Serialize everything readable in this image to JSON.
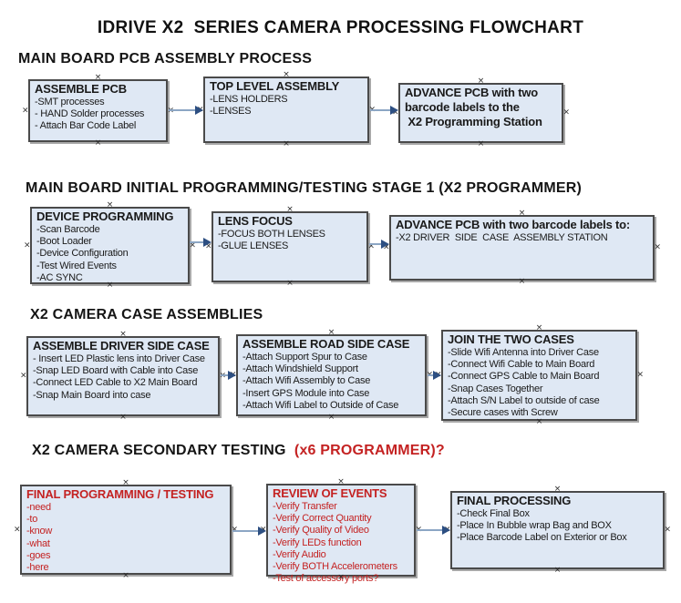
{
  "title": "IDRIVE X2  SERIES CAMERA PROCESSING FLOWCHART",
  "icons": {
    "anchor_marker": "×"
  },
  "colors": {
    "box_fill": "#dfe8f4",
    "box_border": "#4a4a4a",
    "box_shadow": "#a8a8a8",
    "arrow_line": "#8ca6c4",
    "arrow_head": "#2d4f82",
    "red_text": "#c42222",
    "black_text": "#1a1a1a"
  },
  "sections": [
    {
      "heading": "MAIN BOARD PCB ASSEMBLY PROCESS",
      "boxes": [
        {
          "title": "ASSEMBLE PCB",
          "items": [
            "-SMT processes",
            "- HAND Solder processes",
            "- Attach Bar Code Label"
          ]
        },
        {
          "title": "TOP LEVEL ASSEMBLY",
          "items": [
            "-LENS HOLDERS",
            "-LENSES"
          ]
        },
        {
          "title": "ADVANCE PCB with two\nbarcode labels to the\n X2 Programming Station",
          "items": []
        }
      ]
    },
    {
      "heading": "MAIN BOARD INITIAL PROGRAMMING/TESTING STAGE 1 (X2 PROGRAMMER)",
      "boxes": [
        {
          "title": "DEVICE PROGRAMMING",
          "items": [
            "-Scan Barcode",
            "-Boot Loader",
            "-Device Configuration",
            "-Test Wired Events",
            "-AC SYNC"
          ]
        },
        {
          "title": "LENS FOCUS",
          "items": [
            "-FOCUS BOTH LENSES",
            "-GLUE LENSES"
          ]
        },
        {
          "title": "ADVANCE PCB with two barcode labels to:",
          "items": [
            "-X2 DRIVER  SIDE  CASE  ASSEMBLY STATION"
          ]
        }
      ]
    },
    {
      "heading": "X2 CAMERA CASE ASSEMBLIES",
      "boxes": [
        {
          "title": "ASSEMBLE DRIVER SIDE CASE",
          "items": [
            "- Insert LED Plastic lens into Driver Case",
            "-Snap LED Board with Cable into Case",
            "-Connect LED Cable to X2 Main Board",
            "-Snap Main Board into case"
          ]
        },
        {
          "title": "ASSEMBLE ROAD SIDE CASE",
          "items": [
            "-Attach Support Spur to Case",
            "-Attach Windshield Support",
            "-Attach Wifi Assembly to Case",
            "-Insert GPS Module into Case",
            "-Attach Wifi Label to Outside of Case"
          ]
        },
        {
          "title": "JOIN THE TWO CASES",
          "items": [
            "-Slide Wifi Antenna into Driver Case",
            "-Connect Wifi Cable to Main Board",
            "-Connect GPS Cable to Main Board",
            "-Snap Cases Together",
            "-Attach S/N Label to outside of case",
            "-Secure cases with Screw"
          ]
        }
      ]
    },
    {
      "heading": "X2 CAMERA SECONDARY TESTING ",
      "heading_suffix": " (x6 PROGRAMMER)?",
      "boxes": [
        {
          "title": "FINAL PROGRAMMING / TESTING",
          "items": [
            "-need",
            "-to",
            "-know",
            "-what",
            "-goes",
            "-here"
          ]
        },
        {
          "title": "REVIEW OF EVENTS",
          "items": [
            "-Verify Transfer",
            "-Verify Correct Quantity",
            "-Verify Quality of Video",
            "-Verify LEDs function",
            "-Verify Audio",
            "-Verify BOTH Accelerometers",
            "-Test of accessory ports?"
          ]
        },
        {
          "title": "FINAL PROCESSING",
          "items": [
            "-Check Final Box",
            "-Place In Bubble wrap Bag and BOX",
            "-Place Barcode Label on Exterior or Box"
          ]
        }
      ]
    }
  ]
}
